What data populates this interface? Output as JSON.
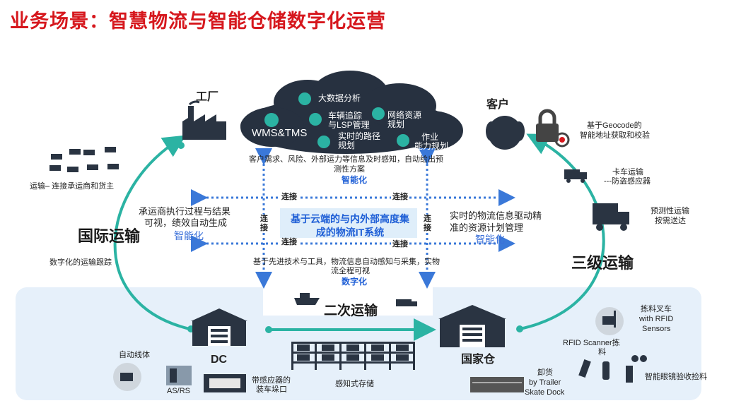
{
  "title": "业务场景：智慧物流与智能仓储数字化运营",
  "cloud": {
    "wms": "WMS&TMS",
    "big_data": "大数据分析",
    "vehicle_track_1": "车辆追踪",
    "vehicle_track_2": "与LSP管理",
    "network_1": "网络资源",
    "network_2": "规划",
    "route_1": "实时的路径",
    "route_2": "规划",
    "ops_1": "作业",
    "ops_2": "能力规划"
  },
  "cloud_caption_1": "客户需求、风险、外部运力等信息及时感知，自动给出预",
  "cloud_caption_2": "测性方案",
  "intelligent_1": "智能化",
  "factory": "工厂",
  "customer": "客户",
  "transport_connect": "运输– 连接承运商和货主",
  "left_desc_1": "承运商执行过程与结果",
  "left_desc_2": "可视，绩效自动生成",
  "intelligent_left": "智能化",
  "intl_transport": "国际运输",
  "digital_track": "数字化的运输跟踪",
  "core_system": "基于云端的与内外部高度集成的物流IT系统",
  "connect": "连接",
  "right_desc_1": "实时的物流信息驱动精",
  "right_desc_2": "准的资源计划管理",
  "intelligent_right": "智能化",
  "mid_desc_1": "基于先进技术与工具，物流信息自动感知与采集，实物",
  "mid_desc_2": "流全程可视",
  "digitalization": "数字化",
  "secondary_transport": "二次运输",
  "tertiary_transport": "三级运输",
  "geocode_1": "基于Geocode的",
  "geocode_2": "智能地址获取和校验",
  "truck_1": "卡车运输",
  "truck_2": "---防盗感应器",
  "predictive_1": "预测性运输",
  "predictive_2": "按需送达",
  "dc": "DC",
  "national_wh": "国家仓",
  "auto_line": "自动线体",
  "asrs": "AS/RS",
  "sensor_dock_1": "带感应器的",
  "sensor_dock_2": "装车垛口",
  "sensing_storage": "感知式存储",
  "unload_1": "卸货",
  "unload_2": "by Trailer",
  "unload_3": "Skate Dock",
  "forklift_1": "拣料叉车",
  "forklift_2": "with RFID",
  "forklift_3": "Sensors",
  "rfid_1": "RFID Scanner拣",
  "rfid_2": "料",
  "glasses": "智能眼镜验收捡料",
  "colors": {
    "title": "#d6171d",
    "teal": "#2bb3a3",
    "blue": "#1f5fd6",
    "band": "#e6f0fa",
    "dark": "#2a3442"
  }
}
